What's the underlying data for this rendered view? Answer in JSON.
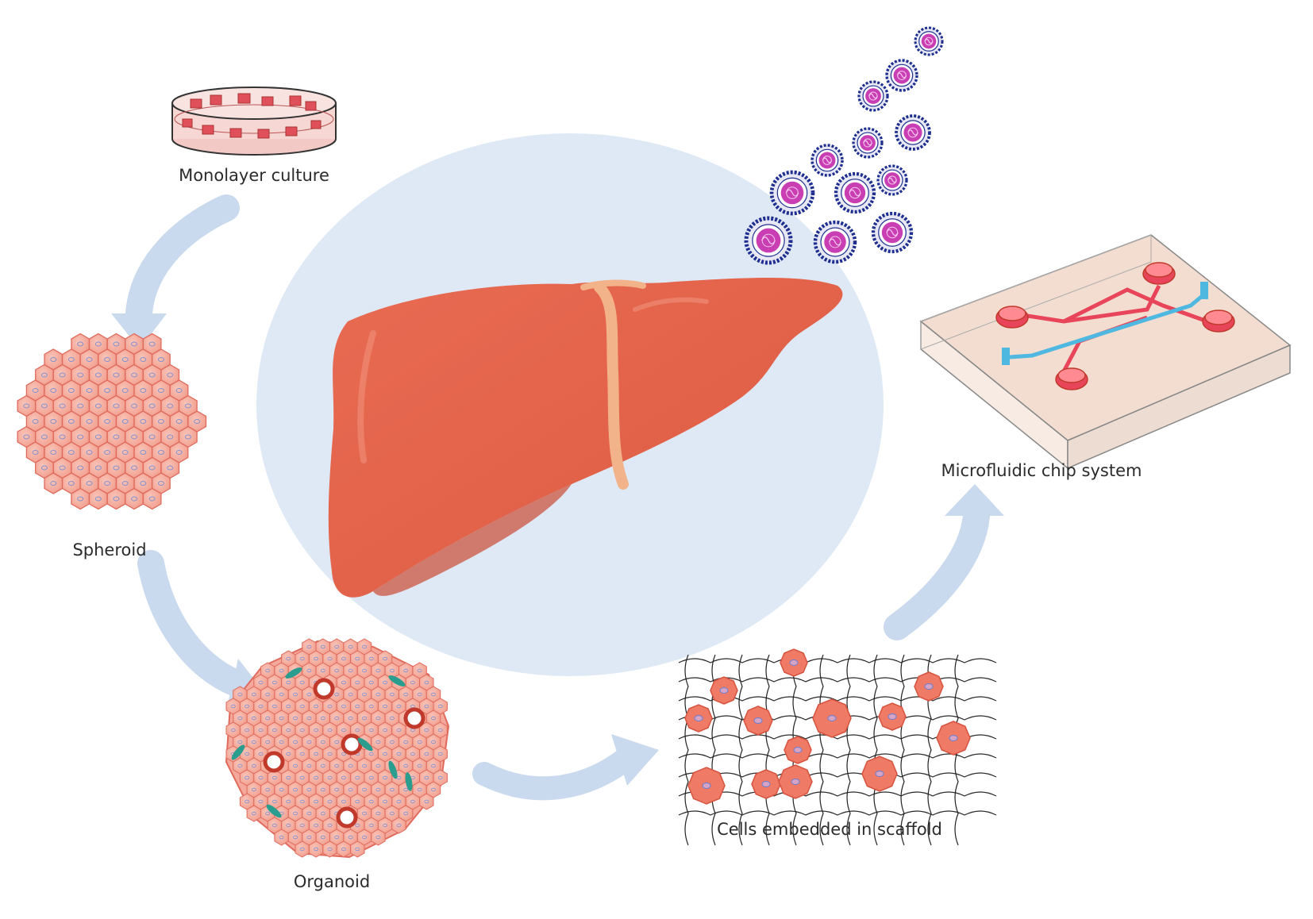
{
  "labels": {
    "monolayer": "Monolayer culture",
    "spheroid": "Spheroid",
    "organoid": "Organoid",
    "scaffold": "Cells embedded in scaffold",
    "chip": "Microfluidic chip system"
  },
  "colors": {
    "background_circle": "#dfe9f6",
    "arrow": "#c9d9ee",
    "liver": "#e36349",
    "liver_shadow": "#c94a34",
    "ligament": "#f2b38a",
    "cell_fill": "#f4a99c",
    "cell_stroke": "#e06a5b",
    "nucleus": "#7f8fd0",
    "virus_outer": "#1e2f8f",
    "virus_inner": "#c93fb3",
    "chip_fill": "#f3ddd0",
    "chip_red": "#e8455a",
    "chip_blue": "#4fb8e0"
  },
  "icons": [
    "petri-dish-icon",
    "spheroid-icon",
    "organoid-icon",
    "scaffold-icon",
    "microfluidic-chip-icon",
    "liver-icon",
    "virus-icon"
  ]
}
